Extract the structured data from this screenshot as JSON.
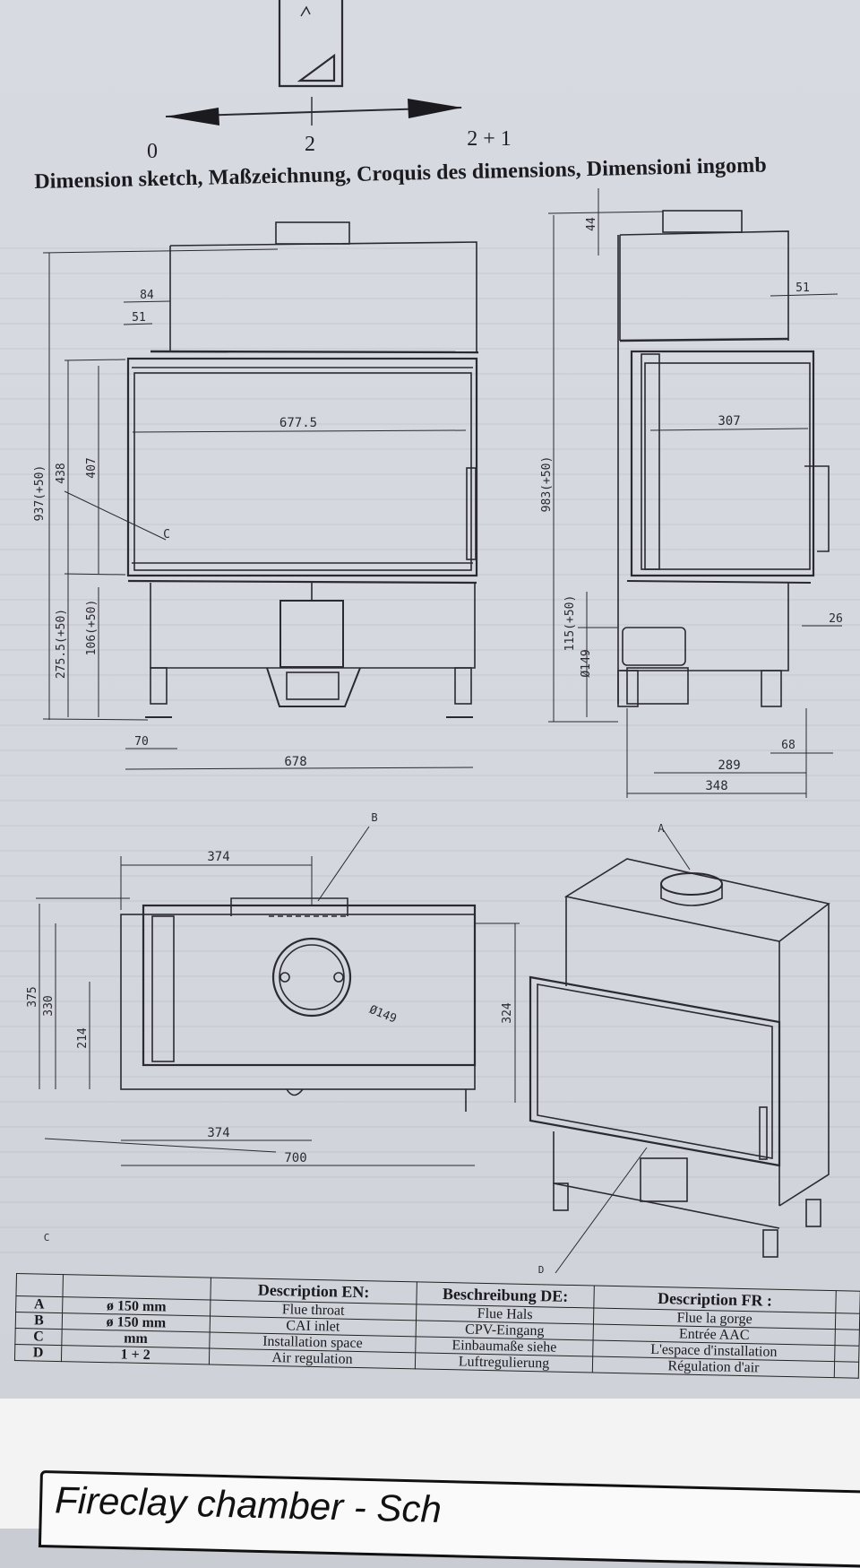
{
  "regulator": {
    "labels": [
      "0",
      "2",
      "2 + 1"
    ]
  },
  "heading": "Dimension sketch, Maßzeichnung, Croquis des dimensions, Dimensioni ingomb",
  "front_view": {
    "dims": [
      "84",
      "51",
      "677.5",
      "937(+50)",
      "438",
      "407",
      "C",
      "275.5(+50)",
      "106(+50)",
      "70",
      "678"
    ]
  },
  "side_view": {
    "dims": [
      "44",
      "51",
      "307",
      "983(+50)",
      "115(+50)",
      "Ø149",
      "26",
      "68",
      "289",
      "348"
    ]
  },
  "top_view": {
    "dims": [
      "B",
      "374",
      "375",
      "330",
      "214",
      "Ø149",
      "324",
      "374",
      "700",
      "C"
    ]
  },
  "iso_view": {
    "labels": [
      "A",
      "D"
    ]
  },
  "spec_table": {
    "headers": [
      "",
      "",
      "Description EN:",
      "Beschreibung DE:",
      "Description FR :"
    ],
    "rows": [
      {
        "key": "A",
        "value": "ø 150 mm",
        "en": "Flue throat",
        "de": "Flue Hals",
        "fr": "Flue la gorge"
      },
      {
        "key": "B",
        "value": "ø 150 mm",
        "en": "CAI inlet",
        "de": "CPV-Eingang",
        "fr": "Entrée AAC"
      },
      {
        "key": "C",
        "value": "mm",
        "en": "Installation space",
        "de": "Einbaumaße siehe",
        "fr": "L'espace d'installation"
      },
      {
        "key": "D",
        "value": "1 + 2",
        "en": "Air regulation",
        "de": "Luftregulierung",
        "fr": "Régulation d'air"
      }
    ]
  },
  "footer": {
    "banner_text": "Fireclay chamber - Sch"
  },
  "colors": {
    "paper": "#d6d9df",
    "ink": "#1a1a1f",
    "line": "#2a2a30"
  }
}
